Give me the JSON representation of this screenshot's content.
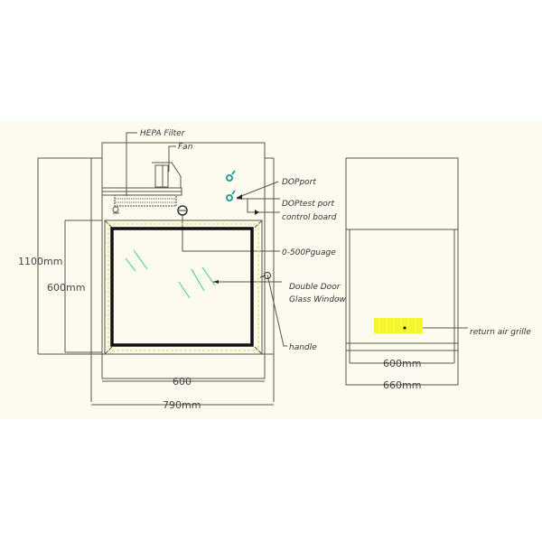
{
  "drawing": {
    "background": "#fdfbf0",
    "line_color": "#5a5548",
    "accent_teal": "#2aa198",
    "accent_green": "#3ccf6a",
    "grille_yellow": "#f4f52a",
    "front_view": {
      "labels": {
        "hepa_filter": "HEPA Filter",
        "fan": "Fan",
        "dop_port": "DOPport",
        "dop_test_port": "DOPtest port",
        "control_board": "control board",
        "gauge": "0-500Pguage",
        "window_line1": "Double Door",
        "window_line2": "Glass Window",
        "handle": "handle"
      },
      "dimensions": {
        "height_total": "1100mm",
        "height_window": "600mm",
        "width_window": "600",
        "width_total": "790mm"
      }
    },
    "side_view": {
      "labels": {
        "return_air_grille": "return air grille"
      },
      "dimensions": {
        "width_inner": "600mm",
        "width_outer": "660mm"
      }
    }
  }
}
